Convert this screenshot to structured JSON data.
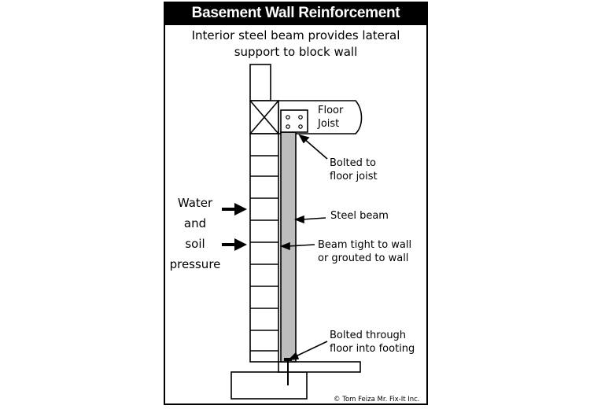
{
  "title": "Basement Wall Reinforcement",
  "subtitle_line1": "Interior steel beam provides lateral",
  "subtitle_line2": "support to block wall",
  "labels": {
    "floor_joist": [
      "Floor",
      "Joist"
    ],
    "bolted_joist": [
      "Bolted to",
      "floor joist"
    ],
    "steel_beam": "Steel beam",
    "beam_tight": [
      "Beam tight to wall",
      "or grouted to wall"
    ],
    "bolted_footing": [
      "Bolted through",
      "floor into footing"
    ],
    "pressure": [
      "Water",
      "and",
      "soil",
      "pressure"
    ]
  },
  "credit": "© Tom Feiza Mr. Fix-It Inc.",
  "colors": {
    "ink": "#000000",
    "beam_fill": "#bdbdbd",
    "background": "#ffffff"
  }
}
